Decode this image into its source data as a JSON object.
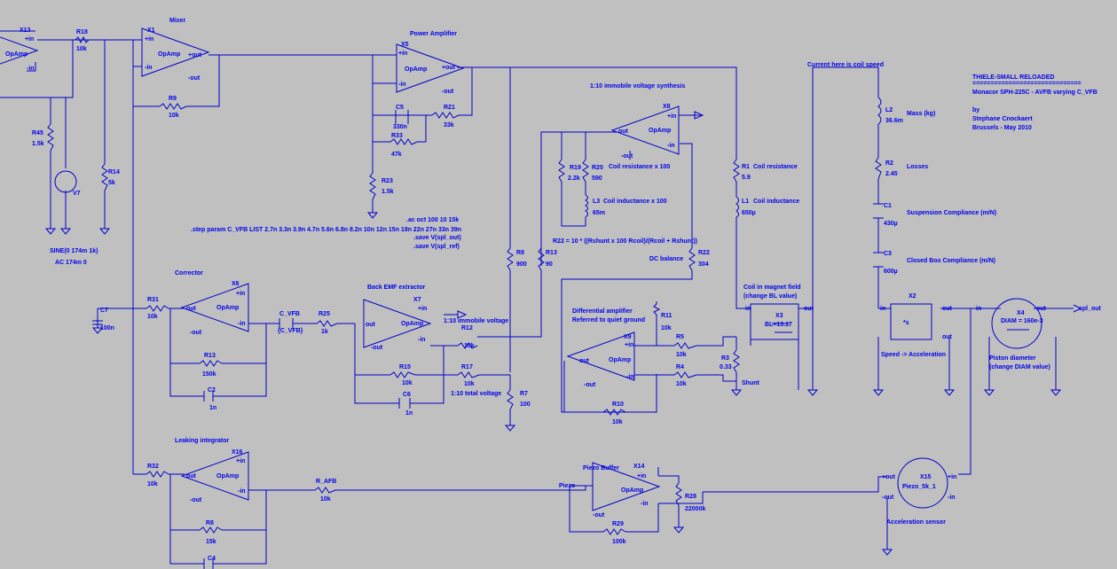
{
  "blocks": {
    "mixer": "Mixer",
    "power_amp": "Power Amplifier",
    "immobile_synth": "1:10 immobile voltage synthesis",
    "corrector": "Corrector",
    "back_emf": "Back EMF extractor",
    "dc_balance": "DC balance",
    "diff_amp_1": "Differential amplifier",
    "diff_amp_2": "Referred to quiet ground",
    "leaking_int": "Leaking integrator",
    "piezo_buffer": "Piezo Buffer",
    "current_speed": "Current here is coil speed",
    "coil_field_1": "Coil in magnet field",
    "coil_field_2": "(change BL value)",
    "piston_1": "Piston diameter",
    "piston_2": "(change DIAM value)",
    "speed_accel": "Speed -> Acceleration",
    "accel_sensor": "Acceleration sensor",
    "immobile_v": "1:10 immobile voltage",
    "total_v": "1:10 total voltage",
    "shunt": "Shunt",
    "r22_formula": "R22 = 10 * ((Rshunt x 100 Rcoil)/(Rcoil + Rshunt))"
  },
  "title": {
    "line1": "THIELE-SMALL RELOADED",
    "line2": "==============================",
    "line3": "Monacor SPH-225C - AVFB varying C_VFB",
    "line4": "by",
    "line5": "Stephane Cnockaert",
    "line6": "Brussels - May 2010"
  },
  "directives": {
    "step": ".step param C_VFB LIST 2.7n 3.3n 3.9n 4.7n 5.6n 6.8n 8.2n 10n 12n 15n 18n 22n 27n 33n 39n",
    "ac": ".ac oct 100 10 15k",
    "save1": ".save V(spl_out)",
    "save2": ".save V(spl_ref)",
    "sine": "SINE(0 174m 1k)",
    "acsrc": "AC 174m 0"
  },
  "components": {
    "X13": "X13",
    "X1": "X1",
    "X5": "X5",
    "X8": "X8",
    "X6": "X6",
    "X7": "X7",
    "X9": "X9",
    "X16": "X16",
    "X14": "X14",
    "X3": "X3",
    "X2": "X2",
    "X4": "X4",
    "X15": "X15",
    "opamp": "OpAmp",
    "R18": "R18",
    "R18v": "10k",
    "R9": "R9",
    "R9v": "10k",
    "R45": "R45",
    "R45v": "1.5k",
    "R14": "R14",
    "R14v": "5k",
    "V7": "V7",
    "C5": "C5",
    "C5v": "330n",
    "R21": "R21",
    "R21v": "33k",
    "R33": "R33",
    "R33v": "47k",
    "R23": "R23",
    "R23v": "1.5k",
    "R19": "R19",
    "R19v": "2.2k",
    "R20": "R20",
    "R20v": "590",
    "L3": "L3",
    "L3v": "65m",
    "R1": "R1",
    "R1v": "5.9",
    "L1": "L1",
    "L1v": "650µ",
    "R8": "R8",
    "R8v": "900",
    "R13": "R13",
    "R13v": "90",
    "R22": "R22",
    "R22v": "304",
    "R31": "R31",
    "R31v": "10k",
    "C7": "C7",
    "C7v": "100n",
    "R13b": "R13",
    "R13bv": "150k",
    "C2": "C2",
    "C2v": "1n",
    "C_VFB": "C_VFB",
    "C_VFBv": "{C_VFB}",
    "R25": "R25",
    "R25v": "1k",
    "R12": "R12",
    "R12v": "10k",
    "R15": "R15",
    "R15v": "10k",
    "C6": "C6",
    "C6v": "1n",
    "R17": "R17",
    "R17v": "10k",
    "R7": "R7",
    "R7v": "100",
    "R11": "R11",
    "R11v": "10k",
    "R5": "R5",
    "R5v": "10k",
    "R4": "R4",
    "R4v": "10k",
    "R3": "R3",
    "R3v": "0.33",
    "R10": "R10",
    "R10v": "10k",
    "L2": "L2",
    "L2v": "36.6m",
    "R2": "R2",
    "R2v": "2.45",
    "C1": "C1",
    "C1v": "430µ",
    "C3": "C3",
    "C3v": "600µ",
    "R32": "R32",
    "R32v": "10k",
    "R8b": "R8",
    "R8bv": "15k",
    "C4": "C4",
    "R_AFB": "R_AFB",
    "R_AFBv": "10k",
    "R28": "R28",
    "R28v": "22000k",
    "R29": "R29",
    "R29v": "100k",
    "BL": "BL=13.17",
    "DIAM": "DIAM = 160e-3",
    "piezo": "Piezo_5k_1",
    "s": "*s",
    "mass": "Mass (kg)",
    "losses": "Losses",
    "susp": "Suspension Compliance (m/N)",
    "closed": "Closed Box Compliance (m/N)",
    "coil_res": "Coil resistance",
    "coil_ind": "Coil inductance",
    "coil_res100": "Coil resistance x 100",
    "coil_ind100": "Coil inductance x 100",
    "piezo_net": "Piezo"
  },
  "pins": {
    "pin_in": "+in",
    "nin": "-in",
    "out": "out",
    "pout": "+out",
    "nout": "-out",
    "in": "in",
    "pin": "+in"
  },
  "nets": {
    "spl_out": "spl_out"
  }
}
